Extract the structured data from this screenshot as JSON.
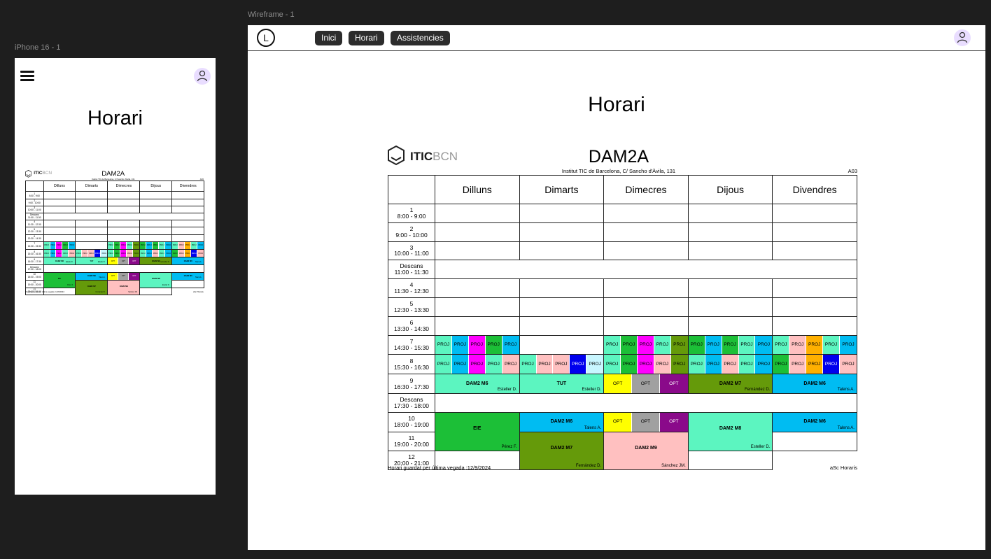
{
  "frames": {
    "phone_label": "iPhone 16 - 1",
    "desktop_label": "Wireframe - 1"
  },
  "nav": {
    "logo_letter": "L",
    "items": [
      "Inici",
      "Horari",
      "Assistencies"
    ]
  },
  "page_title": "Horari",
  "schedule": {
    "logo_bold": "ITIC",
    "logo_light": "BCN",
    "class_name": "DAM2A",
    "institution": "Institut TIC de Barcelona, C/ Sancho d'Àvila, 131",
    "room": "A03",
    "days": [
      "Dilluns",
      "Dimarts",
      "Dimecres",
      "Dijous",
      "Divendres"
    ],
    "slots": [
      {
        "n": "1",
        "time": "8:00 - 9:00"
      },
      {
        "n": "2",
        "time": "9:00 - 10:00"
      },
      {
        "n": "3",
        "time": "10:00 - 11:00"
      },
      {
        "n": "Descans",
        "time": "11:00 - 11:30"
      },
      {
        "n": "4",
        "time": "11:30 - 12:30"
      },
      {
        "n": "5",
        "time": "12:30 - 13:30"
      },
      {
        "n": "6",
        "time": "13:30 - 14:30"
      },
      {
        "n": "7",
        "time": "14:30 - 15:30"
      },
      {
        "n": "8",
        "time": "15:30 - 16:30"
      },
      {
        "n": "9",
        "time": "16:30 - 17:30"
      },
      {
        "n": "Descans",
        "time": "17:30 - 18:00"
      },
      {
        "n": "10",
        "time": "18:00 - 19:00"
      },
      {
        "n": "11",
        "time": "19:00 - 20:00"
      },
      {
        "n": "12",
        "time": "20:00 - 21:00"
      }
    ],
    "proj_label": "PROJ",
    "opt_label": "OPT",
    "blocks": {
      "mon_9": {
        "name": "DAM2 M6",
        "teacher": "Esteller D."
      },
      "tue_9": {
        "name": "TUT",
        "teacher": "Esteller D."
      },
      "thu_9": {
        "name": "DAM2 M7",
        "teacher": "Fernández D."
      },
      "fri_9": {
        "name": "DAM2 M6",
        "teacher": "Talens A."
      },
      "mon_10": {
        "name": "EIE",
        "teacher": "Pérez F."
      },
      "tue_10": {
        "name": "DAM2 M6",
        "teacher": "Talens A."
      },
      "thu_10": {
        "name": "DAM2 M8",
        "teacher": "Esteller D."
      },
      "fri_10": {
        "name": "DAM2 M6",
        "teacher": "Talens A."
      },
      "tue_11": {
        "name": "DAM2 M7",
        "teacher": "Fernández D."
      },
      "wed_11": {
        "name": "DAM2 M9",
        "teacher": "Sánchez JM."
      }
    },
    "footer_left": "Horari guardat per última vegada :12/9/2024",
    "footer_right": "aSc Horaris"
  },
  "colors": {
    "nav_button": "#2c2c2c",
    "avatar_bg": "#e9ddff",
    "teal": "#5cf5c0",
    "green": "#1cbf37",
    "olive": "#659a0a",
    "cyan": "#00bcf2",
    "pink": "#ffc0c0",
    "yellow": "#ffff00",
    "grey": "#a0a0a0",
    "purple": "#8a0a8a"
  }
}
